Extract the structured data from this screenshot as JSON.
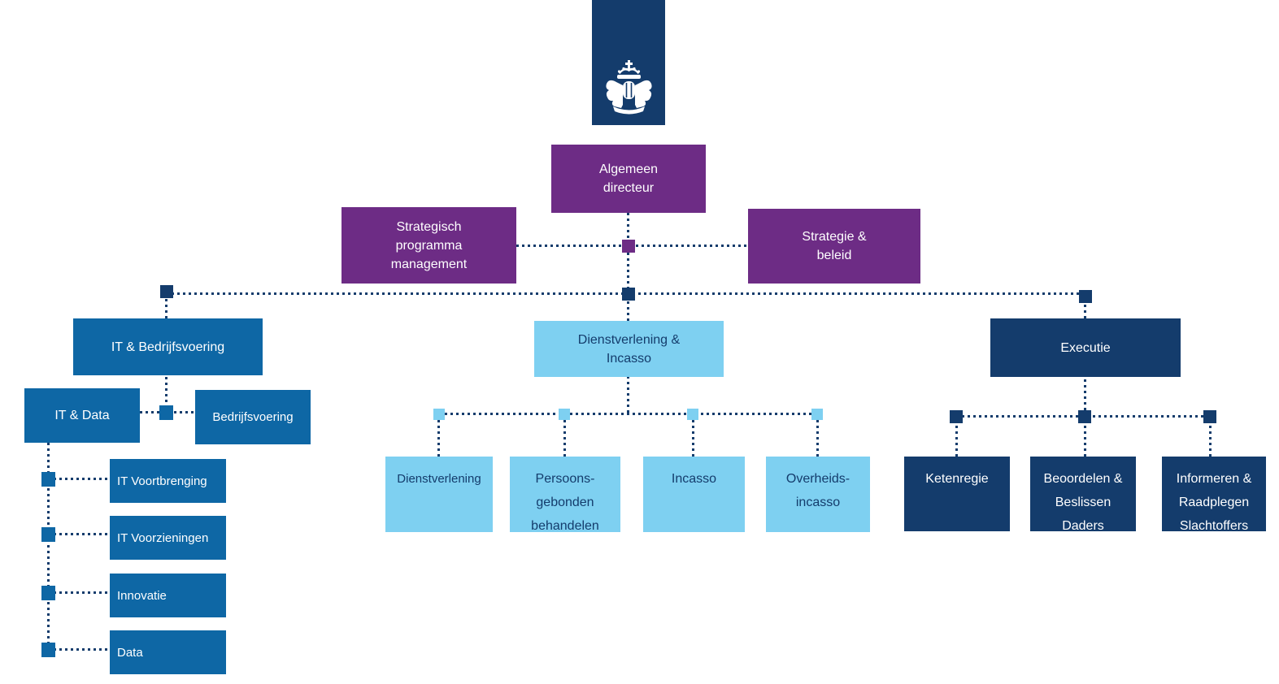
{
  "title": "Organogram CJIB",
  "logo": {
    "emblem": "rijksoverheid-coat-of-arms"
  },
  "colors": {
    "navy": "#143c6c",
    "medium_blue": "#0e67a5",
    "light_blue": "#7ed0f1",
    "purple": "#6d2c85",
    "text_on_dark": "#ffffff",
    "background": "#ffffff"
  },
  "nodes": {
    "algemeen_directeur": "Algemeen\ndirecteur",
    "strategisch_programma": "Strategisch\nprogramma\nmanagement",
    "strategie_beleid": "Strategie &\nbeleid",
    "it_bedrijfsvoering": "IT & Bedrijfsvoering",
    "dienstverlening_incasso": "Dienstverlening &\nIncasso",
    "executie": "Executie",
    "it_data": "IT & Data",
    "bedrijfsvoering": "Bedrijfsvoering",
    "it_voortbrenging": "IT Voortbrenging",
    "it_voorzieningen": "IT Voorzieningen",
    "innovatie": "Innovatie",
    "data": "Data",
    "dienstverlening": "Dienstverlening",
    "persoonsgebonden": "Persoons-\ngebonden\nbehandelen",
    "incasso": "Incasso",
    "overheidsincasso": "Overheids-\nincasso",
    "ketenregie": "Ketenregie",
    "beoordelen": "Beoordelen &\nBeslissen\nDaders",
    "informeren": "Informeren &\nRaadplegen\nSlachtoffers"
  }
}
